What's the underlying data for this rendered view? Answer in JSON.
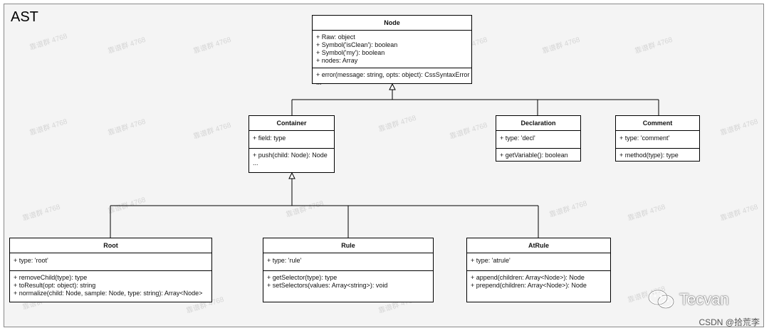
{
  "title": "AST",
  "classes": {
    "node": {
      "name": "Node",
      "attributes": [
        "+ Raw: object",
        "+ Symbol('isClean'): boolean",
        "+ Symbol('my'): boolean",
        "+ nodes: Array"
      ],
      "methods": [
        "+ error(message: string, opts: object): CssSyntaxError",
        "..."
      ]
    },
    "container": {
      "name": "Container",
      "attributes": [
        "+ field: type"
      ],
      "methods": [
        "+ push(child: Node): Node",
        "..."
      ]
    },
    "declaration": {
      "name": "Declaration",
      "attributes": [
        "+ type: 'decl'"
      ],
      "methods": [
        "+ getVariable(): boolean"
      ]
    },
    "comment": {
      "name": "Comment",
      "attributes": [
        "+ type: 'comment'"
      ],
      "methods": [
        "+ method(type): type"
      ]
    },
    "root": {
      "name": "Root",
      "attributes": [
        "+ type: 'root'"
      ],
      "methods": [
        "+ removeChild(type): type",
        "+ toResult(opt: object): string",
        "+ normalize(child: Node, sample: Node, type: string): Array<Node>"
      ]
    },
    "rule": {
      "name": "Rule",
      "attributes": [
        "+ type: 'rule'"
      ],
      "methods": [
        "+ getSelector(type): type",
        "+ setSelectors(values: Array<string>): void"
      ]
    },
    "atrule": {
      "name": "AtRule",
      "attributes": [
        "+ type: 'atrule'"
      ],
      "methods": [
        "+ append(children: Array<Node>): Node",
        "+ prepend(children: Array<Node>): Node"
      ]
    }
  },
  "inheritance": [
    {
      "child": "Container",
      "parent": "Node"
    },
    {
      "child": "Declaration",
      "parent": "Node"
    },
    {
      "child": "Comment",
      "parent": "Node"
    },
    {
      "child": "Root",
      "parent": "Container"
    },
    {
      "child": "Rule",
      "parent": "Container"
    },
    {
      "child": "AtRule",
      "parent": "Container"
    }
  ],
  "watermark": "靠谱群 4768",
  "brand": "Tecvan",
  "brand_icon": "wechat-icon",
  "credit": "CSDN @拾荒李"
}
